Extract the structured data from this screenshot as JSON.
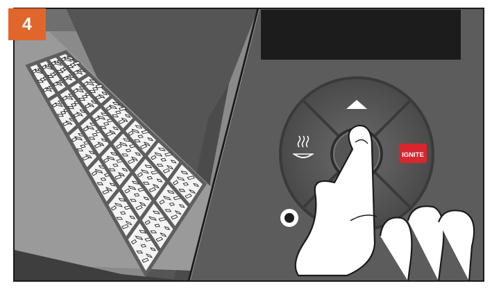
{
  "step": {
    "number": "4"
  },
  "control_panel": {
    "buttons": {
      "up": {
        "icon": "triangle-up-icon"
      },
      "left": {
        "icon": "smoke-heat-icon"
      },
      "right": {
        "label": "IGNITE",
        "icon": "ignite-icon"
      },
      "center": {
        "icon": "select-button"
      }
    },
    "colors": {
      "accent": "#e1662b",
      "ignite": "#d8252e",
      "panel": "#5c5c5c",
      "display": "#1c1c1c"
    }
  },
  "pellet_tray": {
    "icon": "pellet-grid-icon"
  }
}
